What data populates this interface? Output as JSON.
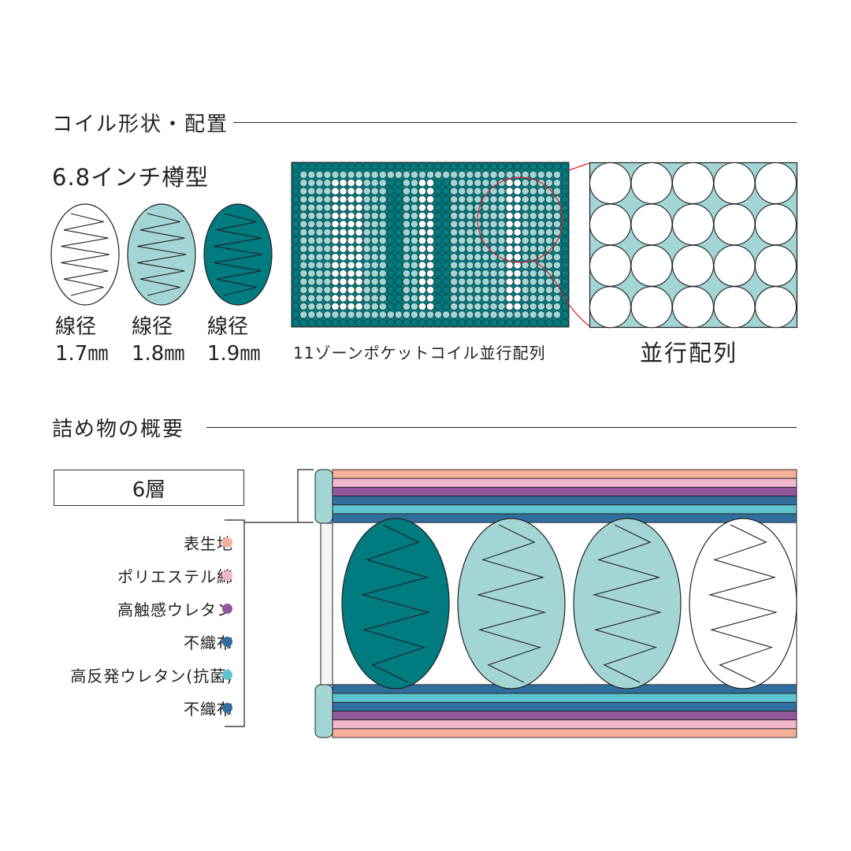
{
  "coil_section": {
    "title": "コイル形状・配置",
    "coil_type": "6.8インチ樽型",
    "coils": [
      {
        "label": "線径",
        "value": "1.7㎜",
        "color": "#ffffff"
      },
      {
        "label": "線径",
        "value": "1.8㎜",
        "color": "#a2d5d4"
      },
      {
        "label": "線径",
        "value": "1.9㎜",
        "color": "#007b80"
      }
    ],
    "zone_caption": "11ゾーンポケットコイル並行配列",
    "detail_caption": "並行配列"
  },
  "filling_section": {
    "title": "詰め物の概要",
    "layer_count": "6層",
    "layers": [
      {
        "name": "表生地",
        "color": "#f4b09a"
      },
      {
        "name": "ポリエステル綿",
        "color": "#f2b6cf"
      },
      {
        "name": "高触感ウレタン",
        "color": "#93579c"
      },
      {
        "name": "不織布",
        "color": "#316e9e"
      },
      {
        "name": "高反発ウレタン(抗菌)",
        "color": "#5ec4cf"
      },
      {
        "name": "不織布",
        "color": "#316e9e"
      }
    ]
  },
  "colors": {
    "teal_dark": "#007b80",
    "teal_light": "#a2d5d4",
    "accent_red": "#d9262c"
  }
}
